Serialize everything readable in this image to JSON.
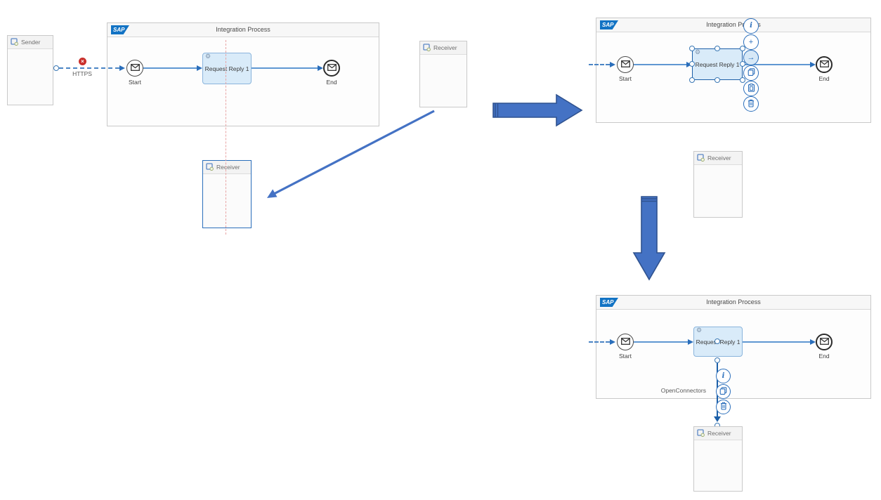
{
  "icons": {
    "sap": "SAP",
    "gear_glyph": "⚙",
    "error_glyph": "×",
    "info_glyph": "i",
    "add_glyph": "+",
    "connect_glyph": "→"
  },
  "panel1": {
    "title": "Integration Process",
    "sender": "Sender",
    "adapter": "HTTPS",
    "start": "Start",
    "step": "Request Reply 1",
    "end": "End",
    "receiver_top": "Receiver",
    "receiver_selected": "Receiver"
  },
  "panel2": {
    "title": "Integration Process",
    "start": "Start",
    "step": "Request Reply 1",
    "end": "End",
    "receiver": "Receiver",
    "context_menu": {
      "info": "Info",
      "add": "Add",
      "connect": "Connect",
      "copy": "Copy",
      "paste": "Paste",
      "delete": "Delete"
    }
  },
  "panel3": {
    "title": "Integration Process",
    "start": "Start",
    "step": "Request Reply 1",
    "end": "End",
    "adapter": "OpenConnectors",
    "receiver": "Receiver",
    "line_menu": {
      "info": "Info",
      "copy": "Copy",
      "delete": "Delete"
    }
  },
  "colors": {
    "annotation_arrow_fill": "#4472c4",
    "annotation_arrow_stroke": "#2f528f",
    "flow_blue": "#5f97d2",
    "arrowhead_blue": "#2a6ebb",
    "selection_blue": "#1c5fa8",
    "task_fill": "#d9ebf9",
    "error_red": "#c9302c",
    "guide_red": "#e8a4a4",
    "sap_blue": "#1273c4"
  }
}
